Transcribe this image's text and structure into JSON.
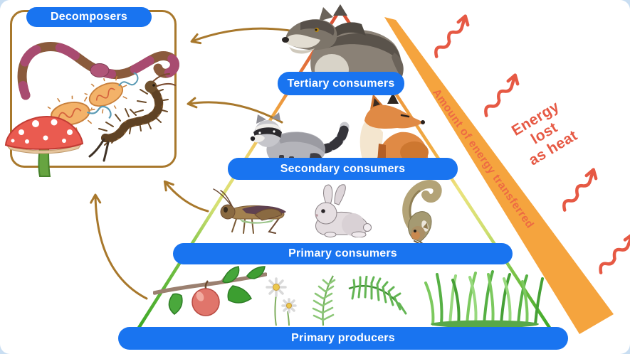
{
  "decomposers": {
    "label": "Decomposers",
    "organism_icons": [
      "earthworm-icon",
      "bacterium-icon",
      "bacterium-icon",
      "fly-agaric-mushroom-icon",
      "centipede-icon"
    ]
  },
  "pyramid": {
    "levels": [
      {
        "label": "Tertiary consumers",
        "organism_icons": [
          "wolf-icon"
        ]
      },
      {
        "label": "Secondary consumers",
        "organism_icons": [
          "raccoon-icon",
          "fox-icon"
        ]
      },
      {
        "label": "Primary consumers",
        "organism_icons": [
          "grasshopper-icon",
          "rabbit-icon",
          "squirrel-icon"
        ]
      },
      {
        "label": "Primary producers",
        "organism_icons": [
          "apple-branch-icon",
          "daisy-flowers-icon",
          "fern-icon",
          "fern-icon",
          "grass-icon"
        ]
      }
    ],
    "edge_gradient": [
      "#d84a34",
      "#ec9a3a",
      "#ece37e",
      "#3ea828"
    ]
  },
  "energy_bar": {
    "label": "Amount of energy transferred",
    "color": "#f5a43e",
    "label_color": "#ed6a43"
  },
  "heat": {
    "label": "Energy\nlost\nas heat",
    "color": "#e65944",
    "wavy_arrow_count": 4
  },
  "colors": {
    "level_pill_blue": "#1974f0",
    "decomposer_arrow_brown": "#a8782c",
    "background_card": "#ffffff",
    "page_background": "#c9def2"
  }
}
